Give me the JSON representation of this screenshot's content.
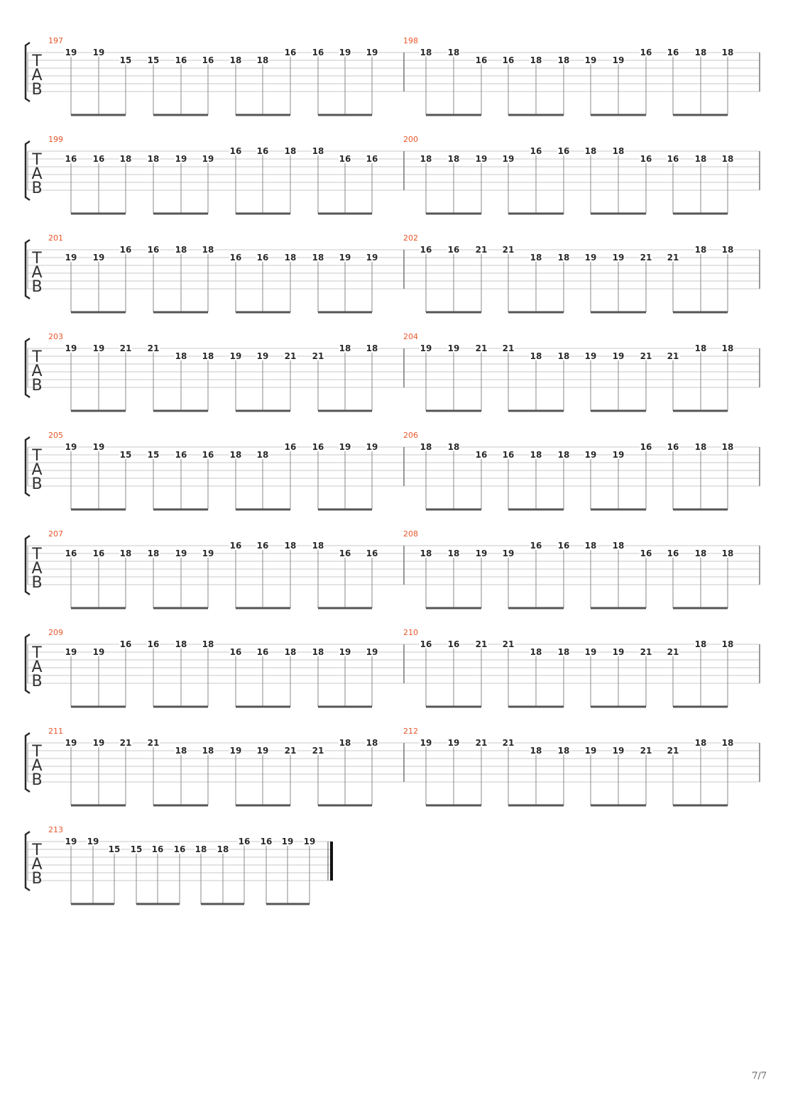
{
  "page": {
    "number": "7/7"
  },
  "tab": {
    "clef": [
      "T",
      "A",
      "B"
    ],
    "systems": [
      {
        "measures": [
          {
            "number": "197",
            "notes": [
              [
                19,
                1
              ],
              [
                19,
                1
              ],
              [
                15,
                2
              ],
              [
                15,
                2
              ],
              [
                16,
                2
              ],
              [
                16,
                2
              ],
              [
                18,
                2
              ],
              [
                18,
                2
              ],
              [
                16,
                1
              ],
              [
                16,
                1
              ],
              [
                19,
                1
              ],
              [
                19,
                1
              ]
            ]
          },
          {
            "number": "198",
            "notes": [
              [
                18,
                1
              ],
              [
                18,
                1
              ],
              [
                16,
                2
              ],
              [
                16,
                2
              ],
              [
                18,
                2
              ],
              [
                18,
                2
              ],
              [
                19,
                2
              ],
              [
                19,
                2
              ],
              [
                16,
                1
              ],
              [
                16,
                1
              ],
              [
                18,
                1
              ],
              [
                18,
                1
              ]
            ]
          }
        ]
      },
      {
        "measures": [
          {
            "number": "199",
            "notes": [
              [
                16,
                2
              ],
              [
                16,
                2
              ],
              [
                18,
                2
              ],
              [
                18,
                2
              ],
              [
                19,
                2
              ],
              [
                19,
                2
              ],
              [
                16,
                1
              ],
              [
                16,
                1
              ],
              [
                18,
                1
              ],
              [
                18,
                1
              ],
              [
                16,
                2
              ],
              [
                16,
                2
              ]
            ]
          },
          {
            "number": "200",
            "notes": [
              [
                18,
                2
              ],
              [
                18,
                2
              ],
              [
                19,
                2
              ],
              [
                19,
                2
              ],
              [
                16,
                1
              ],
              [
                16,
                1
              ],
              [
                18,
                1
              ],
              [
                18,
                1
              ],
              [
                16,
                2
              ],
              [
                16,
                2
              ],
              [
                18,
                2
              ],
              [
                18,
                2
              ]
            ]
          }
        ]
      },
      {
        "measures": [
          {
            "number": "201",
            "notes": [
              [
                19,
                2
              ],
              [
                19,
                2
              ],
              [
                16,
                1
              ],
              [
                16,
                1
              ],
              [
                18,
                1
              ],
              [
                18,
                1
              ],
              [
                16,
                2
              ],
              [
                16,
                2
              ],
              [
                18,
                2
              ],
              [
                18,
                2
              ],
              [
                19,
                2
              ],
              [
                19,
                2
              ]
            ]
          },
          {
            "number": "202",
            "notes": [
              [
                16,
                1
              ],
              [
                16,
                1
              ],
              [
                21,
                1
              ],
              [
                21,
                1
              ],
              [
                18,
                2
              ],
              [
                18,
                2
              ],
              [
                19,
                2
              ],
              [
                19,
                2
              ],
              [
                21,
                2
              ],
              [
                21,
                2
              ],
              [
                18,
                1
              ],
              [
                18,
                1
              ]
            ]
          }
        ]
      },
      {
        "measures": [
          {
            "number": "203",
            "notes": [
              [
                19,
                1
              ],
              [
                19,
                1
              ],
              [
                21,
                1
              ],
              [
                21,
                1
              ],
              [
                18,
                2
              ],
              [
                18,
                2
              ],
              [
                19,
                2
              ],
              [
                19,
                2
              ],
              [
                21,
                2
              ],
              [
                21,
                2
              ],
              [
                18,
                1
              ],
              [
                18,
                1
              ]
            ]
          },
          {
            "number": "204",
            "notes": [
              [
                19,
                1
              ],
              [
                19,
                1
              ],
              [
                21,
                1
              ],
              [
                21,
                1
              ],
              [
                18,
                2
              ],
              [
                18,
                2
              ],
              [
                19,
                2
              ],
              [
                19,
                2
              ],
              [
                21,
                2
              ],
              [
                21,
                2
              ],
              [
                18,
                1
              ],
              [
                18,
                1
              ]
            ]
          }
        ]
      },
      {
        "measures": [
          {
            "number": "205",
            "notes": [
              [
                19,
                1
              ],
              [
                19,
                1
              ],
              [
                15,
                2
              ],
              [
                15,
                2
              ],
              [
                16,
                2
              ],
              [
                16,
                2
              ],
              [
                18,
                2
              ],
              [
                18,
                2
              ],
              [
                16,
                1
              ],
              [
                16,
                1
              ],
              [
                19,
                1
              ],
              [
                19,
                1
              ]
            ]
          },
          {
            "number": "206",
            "notes": [
              [
                18,
                1
              ],
              [
                18,
                1
              ],
              [
                16,
                2
              ],
              [
                16,
                2
              ],
              [
                18,
                2
              ],
              [
                18,
                2
              ],
              [
                19,
                2
              ],
              [
                19,
                2
              ],
              [
                16,
                1
              ],
              [
                16,
                1
              ],
              [
                18,
                1
              ],
              [
                18,
                1
              ]
            ]
          }
        ]
      },
      {
        "measures": [
          {
            "number": "207",
            "notes": [
              [
                16,
                2
              ],
              [
                16,
                2
              ],
              [
                18,
                2
              ],
              [
                18,
                2
              ],
              [
                19,
                2
              ],
              [
                19,
                2
              ],
              [
                16,
                1
              ],
              [
                16,
                1
              ],
              [
                18,
                1
              ],
              [
                18,
                1
              ],
              [
                16,
                2
              ],
              [
                16,
                2
              ]
            ]
          },
          {
            "number": "208",
            "notes": [
              [
                18,
                2
              ],
              [
                18,
                2
              ],
              [
                19,
                2
              ],
              [
                19,
                2
              ],
              [
                16,
                1
              ],
              [
                16,
                1
              ],
              [
                18,
                1
              ],
              [
                18,
                1
              ],
              [
                16,
                2
              ],
              [
                16,
                2
              ],
              [
                18,
                2
              ],
              [
                18,
                2
              ]
            ]
          }
        ]
      },
      {
        "measures": [
          {
            "number": "209",
            "notes": [
              [
                19,
                2
              ],
              [
                19,
                2
              ],
              [
                16,
                1
              ],
              [
                16,
                1
              ],
              [
                18,
                1
              ],
              [
                18,
                1
              ],
              [
                16,
                2
              ],
              [
                16,
                2
              ],
              [
                18,
                2
              ],
              [
                18,
                2
              ],
              [
                19,
                2
              ],
              [
                19,
                2
              ]
            ]
          },
          {
            "number": "210",
            "notes": [
              [
                16,
                1
              ],
              [
                16,
                1
              ],
              [
                21,
                1
              ],
              [
                21,
                1
              ],
              [
                18,
                2
              ],
              [
                18,
                2
              ],
              [
                19,
                2
              ],
              [
                19,
                2
              ],
              [
                21,
                2
              ],
              [
                21,
                2
              ],
              [
                18,
                1
              ],
              [
                18,
                1
              ]
            ]
          }
        ]
      },
      {
        "measures": [
          {
            "number": "211",
            "notes": [
              [
                19,
                1
              ],
              [
                19,
                1
              ],
              [
                21,
                1
              ],
              [
                21,
                1
              ],
              [
                18,
                2
              ],
              [
                18,
                2
              ],
              [
                19,
                2
              ],
              [
                19,
                2
              ],
              [
                21,
                2
              ],
              [
                21,
                2
              ],
              [
                18,
                1
              ],
              [
                18,
                1
              ]
            ]
          },
          {
            "number": "212",
            "notes": [
              [
                19,
                1
              ],
              [
                19,
                1
              ],
              [
                21,
                1
              ],
              [
                21,
                1
              ],
              [
                18,
                2
              ],
              [
                18,
                2
              ],
              [
                19,
                2
              ],
              [
                19,
                2
              ],
              [
                21,
                2
              ],
              [
                21,
                2
              ],
              [
                18,
                1
              ],
              [
                18,
                1
              ]
            ]
          }
        ]
      },
      {
        "measures": [
          {
            "number": "213",
            "notes": [
              [
                19,
                1
              ],
              [
                19,
                1
              ],
              [
                15,
                2
              ],
              [
                15,
                2
              ],
              [
                16,
                2
              ],
              [
                16,
                2
              ],
              [
                18,
                2
              ],
              [
                18,
                2
              ],
              [
                16,
                1
              ],
              [
                16,
                1
              ],
              [
                19,
                1
              ],
              [
                19,
                1
              ]
            ]
          }
        ]
      }
    ]
  }
}
